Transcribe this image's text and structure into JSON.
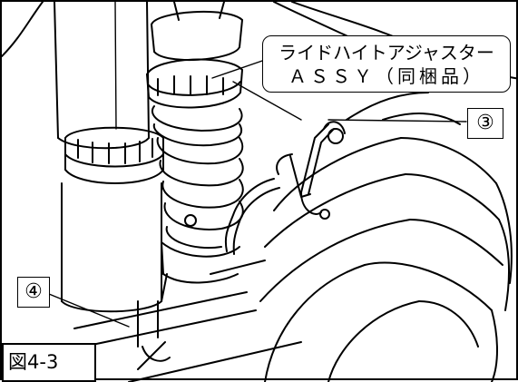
{
  "callout": {
    "line1": "ライドハイトアジャスター",
    "line2": "ＡＳＳＹ（同梱品）"
  },
  "tags": {
    "three": "③",
    "four": "④"
  },
  "figure_label": "図4-3"
}
